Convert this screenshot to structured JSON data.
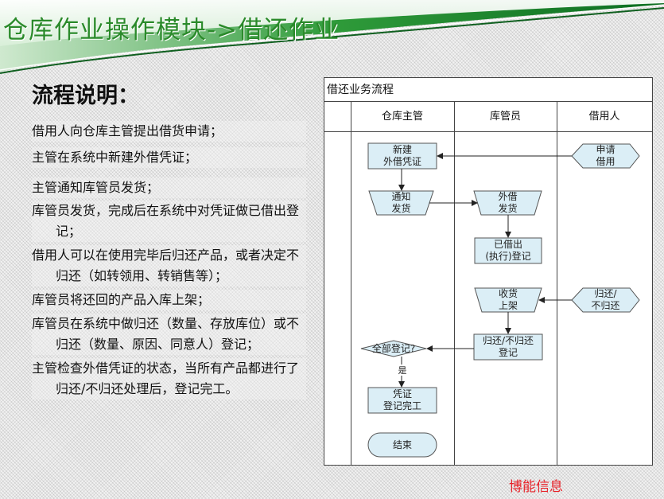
{
  "header": {
    "title": "仓库作业操作模块->借还作业"
  },
  "description": {
    "heading": "流程说明：",
    "steps": [
      "借用人向仓库主管提出借货申请；",
      "主管在系统中新建外借凭证；",
      "主管通知库管员发货；",
      "库管员发货，完成后在系统中对凭证做已借出登记；",
      "借用人可以在使用完毕后归还产品，或者决定不归还（如转领用、转销售等）；",
      "库管员将还回的产品入库上架；",
      "库管员在系统中做归还（数量、存放库位）或不归还（数量、原因、同意人）登记；",
      "主管检查外借凭证的状态，当所有产品都进行了归还/不归还处理后，登记完工。"
    ]
  },
  "flowchart": {
    "title": "借还业务流程",
    "lanes": [
      "仓库主管",
      "库管员",
      "借用人"
    ],
    "nodes": {
      "new_voucher": "新建\n外借凭证",
      "notify": "通知\n发货",
      "apply": "申请\n借用",
      "lend_out": "外借\n发货",
      "lent_register": "已借出\n(执行)登记",
      "receive": "收货\n上架",
      "return_choice": "归还/\n不归还",
      "return_register": "归还/不归还\n登记",
      "all_registered": "全部登记?",
      "yes_label": "是",
      "voucher_done": "凭证\n登记完工",
      "end": "结束"
    }
  },
  "watermark": "博能信息"
}
